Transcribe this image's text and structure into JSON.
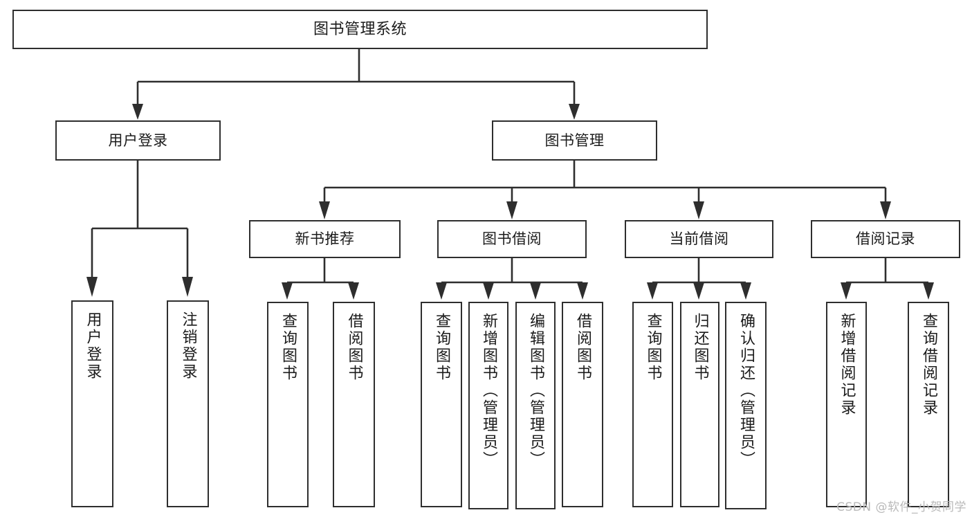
{
  "diagram": {
    "title": "图书管理系统",
    "type": "tree",
    "root": {
      "id": "root",
      "label": "图书管理系统"
    },
    "level1": [
      {
        "id": "user-login",
        "label": "用户登录"
      },
      {
        "id": "book-manage",
        "label": "图书管理"
      }
    ],
    "level2": [
      {
        "id": "new-book-rec",
        "label": "新书推荐",
        "parent": "book-manage"
      },
      {
        "id": "book-borrow",
        "label": "图书借阅",
        "parent": "book-manage"
      },
      {
        "id": "current-borrow",
        "label": "当前借阅",
        "parent": "book-manage"
      },
      {
        "id": "borrow-record",
        "label": "借阅记录",
        "parent": "book-manage"
      }
    ],
    "leaves": [
      {
        "id": "leaf-user-login",
        "label": "用户登录",
        "parent": "user-login"
      },
      {
        "id": "leaf-user-logout",
        "label": "注销登录",
        "parent": "user-login"
      },
      {
        "id": "leaf-query-book-1",
        "label": "查询图书",
        "parent": "new-book-rec"
      },
      {
        "id": "leaf-borrow-book-1",
        "label": "借阅图书",
        "parent": "new-book-rec"
      },
      {
        "id": "leaf-query-book-2",
        "label": "查询图书",
        "parent": "book-borrow"
      },
      {
        "id": "leaf-add-book",
        "label": "新增图书（管理员）",
        "parent": "book-borrow"
      },
      {
        "id": "leaf-edit-book",
        "label": "编辑图书（管理员）",
        "parent": "book-borrow"
      },
      {
        "id": "leaf-borrow-book-2",
        "label": "借阅图书",
        "parent": "book-borrow"
      },
      {
        "id": "leaf-query-book-3",
        "label": "查询图书",
        "parent": "current-borrow"
      },
      {
        "id": "leaf-return-book",
        "label": "归还图书",
        "parent": "current-borrow"
      },
      {
        "id": "leaf-confirm-return",
        "label": "确认归还（管理员）",
        "parent": "current-borrow"
      },
      {
        "id": "leaf-add-record",
        "label": "新增借阅记录",
        "parent": "borrow-record"
      },
      {
        "id": "leaf-query-record",
        "label": "查询借阅记录",
        "parent": "borrow-record"
      }
    ]
  },
  "watermark": {
    "text": "CSDN @软件_小贺同学"
  },
  "colors": {
    "stroke": "#2e2e2e",
    "background": "#ffffff",
    "text": "#1b1b1b",
    "watermark": "#b9b9b9"
  }
}
